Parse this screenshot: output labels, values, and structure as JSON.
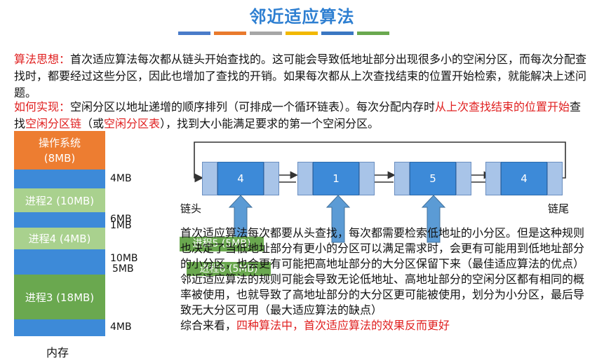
{
  "title": "邻近适应算法",
  "stripes": [
    "#4a7cc9",
    "#e97a2d",
    "#a6a6a6",
    "#f2b800",
    "#3a77c2",
    "#6aa84f"
  ],
  "intro": {
    "idea_label": "算法思想：",
    "idea_text": "首次适应算法每次都从链头开始查找的。这可能会导致低地址部分出现很多小的空闲分区，而每次分配查找时，都要经过这些分区，因此也增加了查找的开销。如果每次都从上次查找结束的位置开始检索，就能解决上述问题。",
    "how_label": "如何实现：",
    "how_text1": "空闲分区以地址递增的顺序排列（可排成一个循环链表）。每次分配内存时",
    "how_red1": "从上次查找结束的位置开始",
    "how_text2": "查找",
    "how_red2": "空闲分区链",
    "how_text3": "（或",
    "how_red3": "空闲分区表",
    "how_text4": "），找到大小能满足要求的第一个空闲分区。"
  },
  "memory": {
    "caption": "内存",
    "blocks": [
      {
        "label": "操作系统\n(8MB)",
        "color": "#ed7d31"
      },
      {
        "label": "",
        "color": "#3d8ad8"
      },
      {
        "label": "进程2 (10MB)",
        "color": "#a9d18e"
      },
      {
        "label": "",
        "color": "#3d8ad8"
      },
      {
        "label": "进程4 (4MB)",
        "color": "#a9d18e"
      },
      {
        "label": "",
        "color": "#3d8ad8"
      },
      {
        "label": "进程3 (18MB)",
        "color": "#6aa84f"
      },
      {
        "label": "",
        "color": "#3d8ad8"
      }
    ],
    "sizes": [
      "4MB",
      "6MB",
      "1MB",
      "10MB",
      "5MB",
      "4MB"
    ]
  },
  "list": {
    "head_label": "链头",
    "tail_label": "链尾",
    "nodes": [
      "4",
      "1",
      "5",
      "4"
    ]
  },
  "overlay": {
    "p5": "进程5 (5MB)",
    "p6": "进程6 (5MB)"
  },
  "analysis": {
    "text1": "首次适应算法每次都要从头查找，每次都需要检索低地址的小分区。但是这种规则也决定了当低地址部分有更小的分区可以满足需求时，会更有可能用到低地址部分的小分区，也会更有可能把高地址部分的大分区保留下来（最佳适应算法的优点）",
    "text2": "邻近适应算法的规则可能会导致无论低地址、高地址部分的空闲分区都有相同的概率被使用，也就导致了高地址部分的大分区更可能被使用，划分为小分区，最后导致无大分区可用（最大适应算法的缺点）",
    "text3_black": "综合来看，",
    "text3_red": "四种算法中，首次适应算法的效果反而更好"
  }
}
